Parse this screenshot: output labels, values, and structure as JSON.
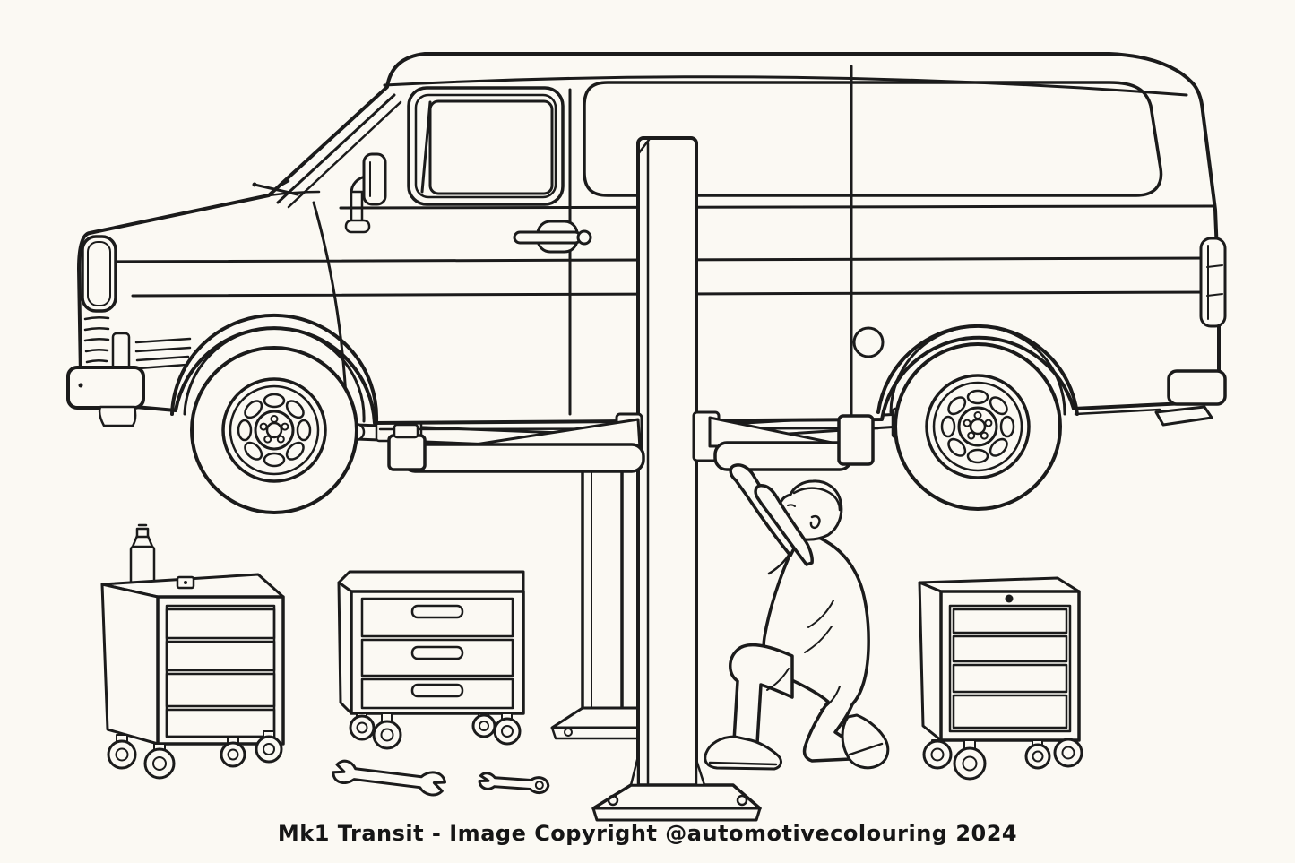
{
  "page": {
    "background_color": "#FBF9F3",
    "line_color": "#1B1B1B",
    "caption": "Mk1 Transit - Image Copyright @automotivecolouring 2024"
  },
  "scene": {
    "description": "Black and white colouring-page line drawing",
    "objects": [
      {
        "name": "mk1-transit-van",
        "label": "Mk1 Transit panel van raised on lift"
      },
      {
        "name": "two-post-lift",
        "label": "Two-post vehicle lift with arms under sills"
      },
      {
        "name": "mechanic",
        "label": "Kneeling mechanic reaching up under the van"
      },
      {
        "name": "tool-trolley-left",
        "label": "Wheeled tool trolley with spray can on top"
      },
      {
        "name": "tool-cart-middle",
        "label": "Three-drawer tool cart on castors"
      },
      {
        "name": "tool-cabinet-right",
        "label": "Four-drawer lockable tool cabinet on castors"
      },
      {
        "name": "spanner-large",
        "label": "Double open-ended spanner"
      },
      {
        "name": "spanner-small",
        "label": "Small spanner"
      }
    ]
  }
}
